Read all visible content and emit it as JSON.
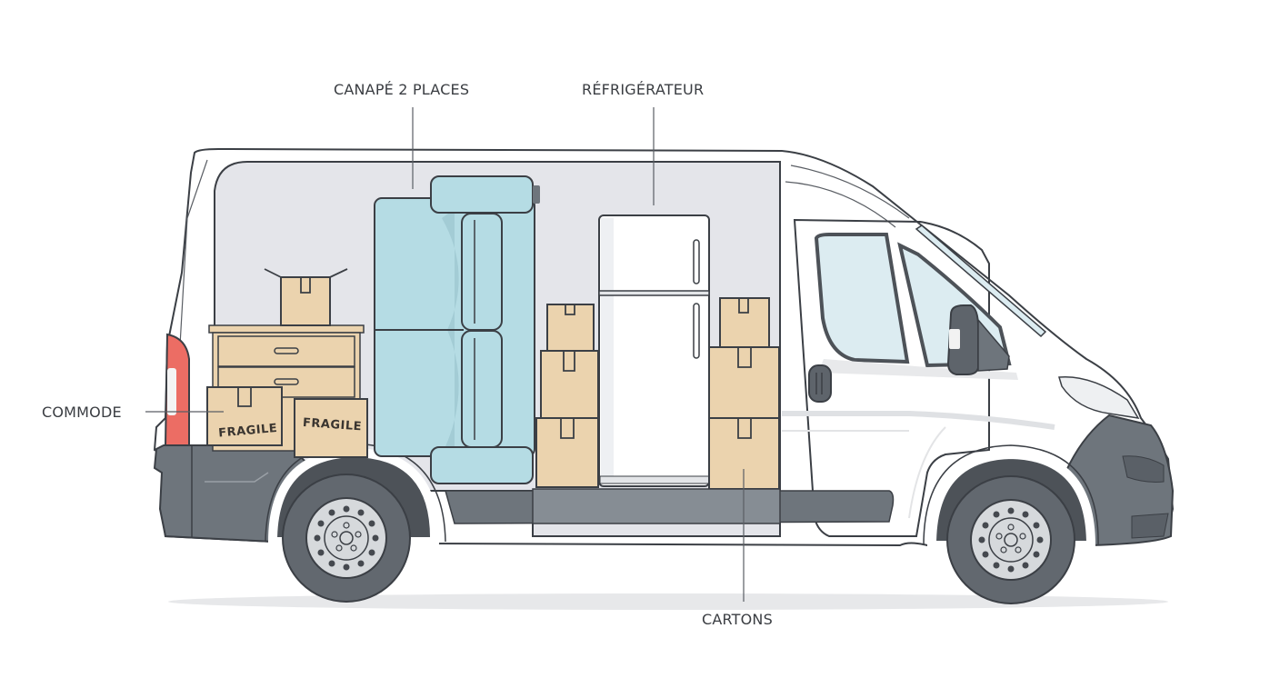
{
  "diagram": {
    "subject": "Utility van cutaway loaded with household furniture",
    "labels": {
      "sofa": "CANAPÉ 2 PLACES",
      "fridge": "RÉFRIGÉRATEUR",
      "dresser": "COMMODE",
      "boxes": "CARTONS"
    },
    "box_text": {
      "fragile_1": "FRAGILE",
      "fragile_2": "FRAGILE"
    },
    "colors": {
      "body": "#ffffff",
      "cargo_wall": "#e4e5ea",
      "outline": "#3b3f45",
      "sofa": "#b5dce4",
      "box": "#ebd3ae",
      "trim": "#6e757c",
      "taillight": "#ec6d64",
      "glass": "#dcecf1"
    }
  }
}
